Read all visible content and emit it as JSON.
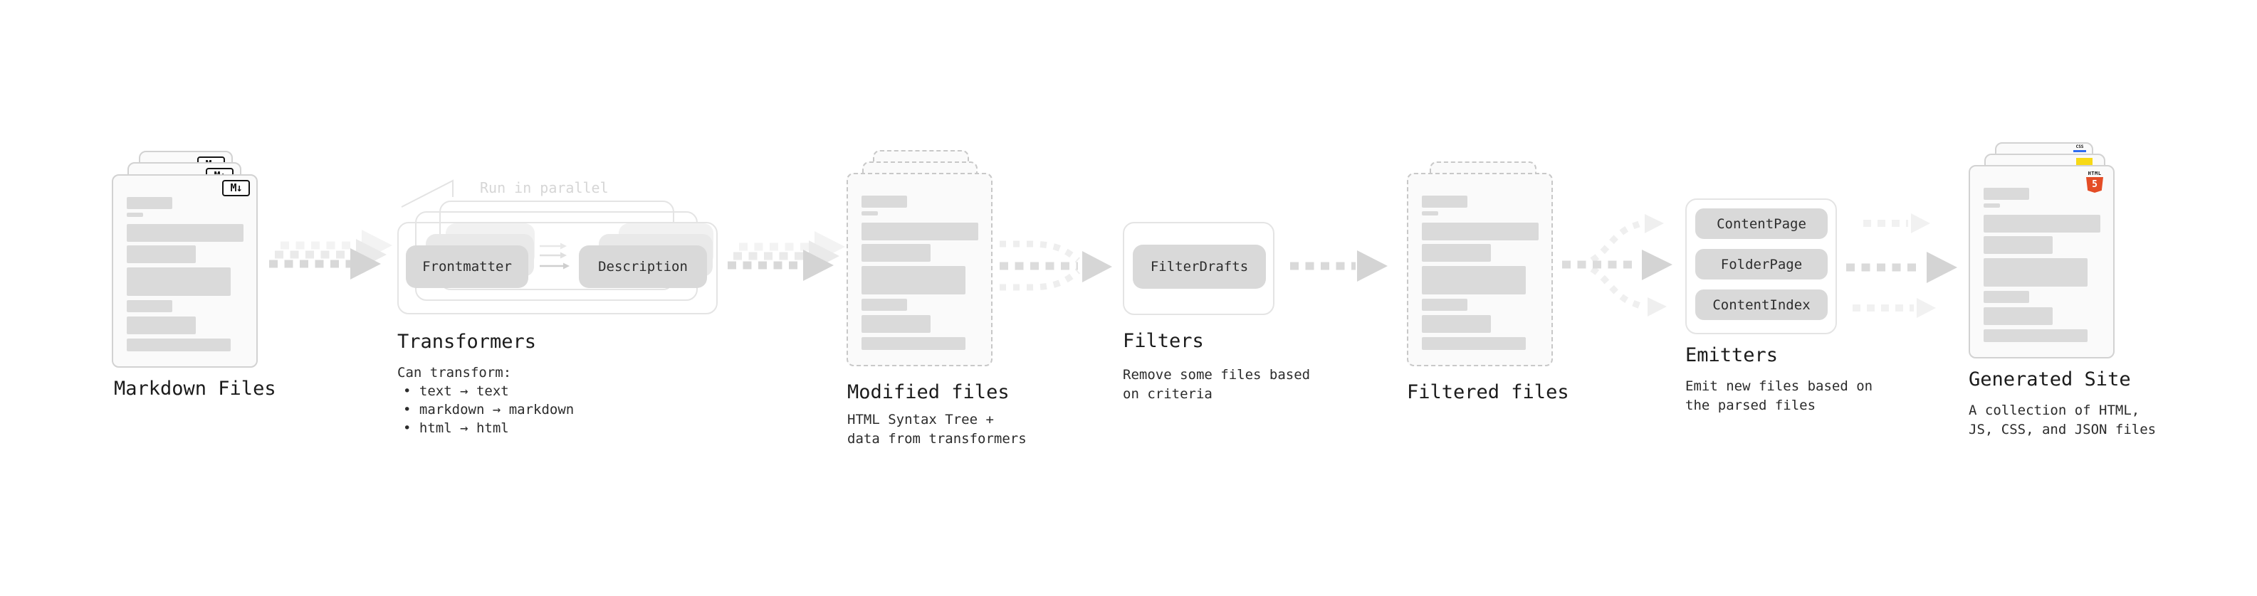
{
  "stages": {
    "markdown": {
      "label": "Markdown Files",
      "badge": "M↓"
    },
    "transformers": {
      "label": "Transformers",
      "note": "Run in parallel",
      "boxes": [
        "Frontmatter",
        "Description"
      ],
      "desc_title": "Can transform:",
      "bullets": [
        "• text → text",
        "• markdown → markdown",
        "• html → html"
      ]
    },
    "modified": {
      "label": "Modified files",
      "desc": [
        "HTML Syntax Tree +",
        "data from transformers"
      ]
    },
    "filters": {
      "label": "Filters",
      "boxes": [
        "FilterDrafts"
      ],
      "desc": [
        "Remove some files based",
        "on criteria"
      ]
    },
    "filtered": {
      "label": "Filtered files"
    },
    "emitters": {
      "label": "Emitters",
      "boxes": [
        "ContentPage",
        "FolderPage",
        "ContentIndex"
      ],
      "desc": [
        "Emit new files based on",
        "the parsed files"
      ]
    },
    "generated": {
      "label": "Generated Site",
      "desc": [
        "A collection of HTML,",
        "JS, CSS, and JSON files"
      ],
      "badges": {
        "html_word": "HTML",
        "html_number": "5",
        "css_word": "CSS"
      }
    }
  },
  "colors": {
    "html5_orange": "#e44d26",
    "js_yellow": "#f7d916",
    "css_blue": "#2e6bf0",
    "skeleton_gray": "#dadada",
    "box_gray": "#d9d9d9",
    "arrow_dark": "#d8d8d8",
    "arrow_light": "#f0f0f0"
  }
}
